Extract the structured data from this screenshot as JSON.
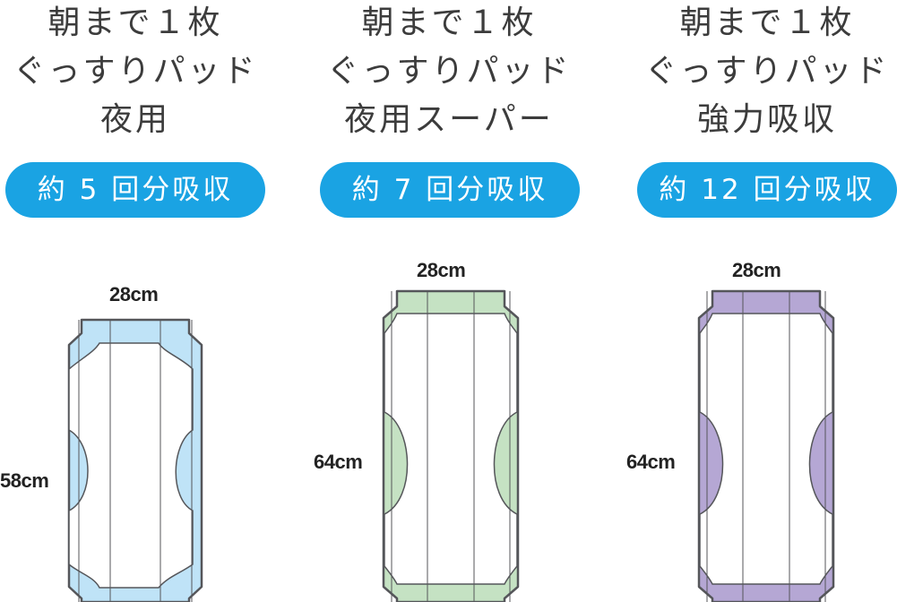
{
  "products": [
    {
      "title_lines": [
        "朝まで１枚",
        "ぐっすりパッド",
        "夜用"
      ],
      "absorption": "約 5 回分吸収",
      "width_label": "28cm",
      "length_label": "58cm",
      "pad_color": "#bfe3f7"
    },
    {
      "title_lines": [
        "朝まで１枚",
        "ぐっすりパッド",
        "夜用スーパー"
      ],
      "absorption": "約 7 回分吸収",
      "width_label": "28cm",
      "length_label": "64cm",
      "pad_color": "#c5e2c3"
    },
    {
      "title_lines": [
        "朝まで１枚",
        "ぐっすりパッド",
        "強力吸収"
      ],
      "absorption": "約 12 回分吸収",
      "width_label": "28cm",
      "length_label": "64cm",
      "pad_color": "#b5a7d4"
    }
  ],
  "colors": {
    "badge": "#1aa3e3",
    "outline": "#55565a"
  }
}
